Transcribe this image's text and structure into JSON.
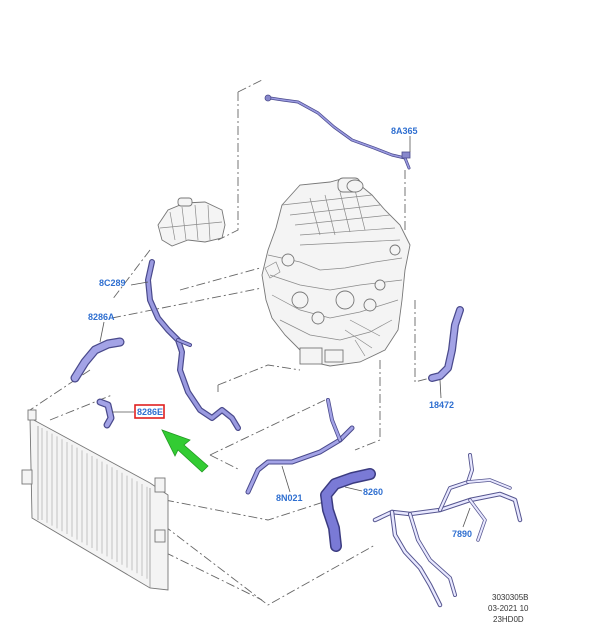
{
  "callouts": {
    "c8A365": "8A365",
    "c8C289": "8C289",
    "c8286A": "8286A",
    "c8286E": "8286E",
    "c18472": "18472",
    "c8N021": "8N021",
    "c8260": "8260",
    "c7890": "7890"
  },
  "highlight": {
    "label": "8286E",
    "box_color": "#e02020",
    "arrow_color": "#33cc33"
  },
  "reference": {
    "line1": "3030305B",
    "line2": "03-2021 10",
    "line3": "23HD0D"
  },
  "colors": {
    "callout": "#2f6fd0",
    "hose": "#7a7acc",
    "hose_shadow": "#4a4a8c"
  }
}
